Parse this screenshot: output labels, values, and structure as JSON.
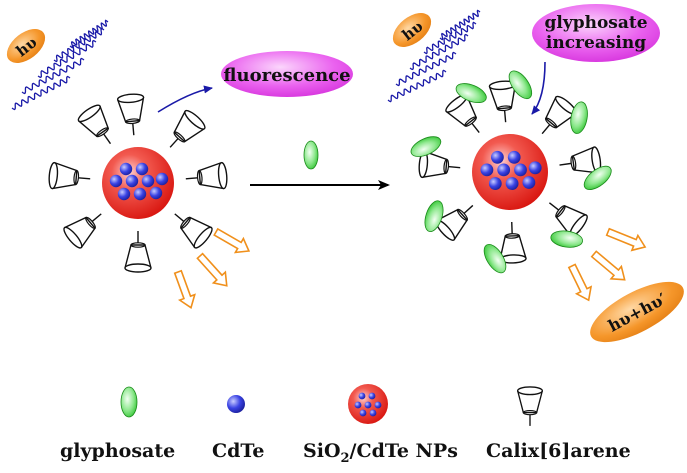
{
  "labels": {
    "hv_left": "hυ",
    "hv_right": "hυ",
    "fluorescence": "fluorescence",
    "glyphosate_increasing_line1": "glyphosate",
    "glyphosate_increasing_line2": "increasing",
    "hv_out": "hυ+hυ′"
  },
  "legend": {
    "glyphosate": "glyphosate",
    "cdte": "CdTe",
    "sio2_prefix": "SiO",
    "sio2_sub": "2",
    "sio2_suffix": "/CdTe NPs",
    "calix": "Calix[6]arene"
  },
  "colors": {
    "photon_pill": "#f08a1c",
    "fluorescence_pill": "#e040e8",
    "nanoparticle": "#e3221c",
    "quantum_dot": "#2f37d8",
    "glyphosate": "#3fd33f",
    "wave": "#1a1aa8",
    "emission_arrow": "#f0901c"
  }
}
